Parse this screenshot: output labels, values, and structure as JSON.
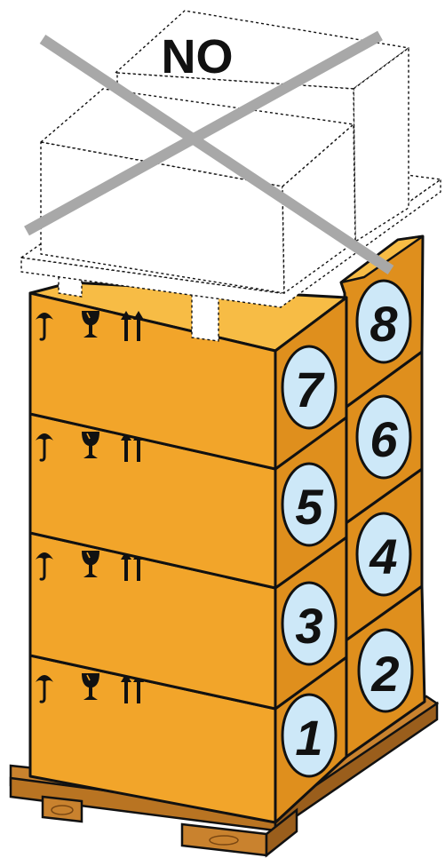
{
  "warning": {
    "label": "NO"
  },
  "colors": {
    "box_front": "#F2A52A",
    "box_top": "#F7BC45",
    "box_side": "#DF8F1D",
    "badge_fill": "#CDE8F8",
    "ghost_fill": "#FFFFFF",
    "cross": "#A8A8A8",
    "pallet": "#C9822E",
    "pallet_dark": "#9A5E1C"
  },
  "boxes": [
    {
      "number": "1",
      "column": "front",
      "layer": 1
    },
    {
      "number": "2",
      "column": "back",
      "layer": 1
    },
    {
      "number": "3",
      "column": "front",
      "layer": 2
    },
    {
      "number": "4",
      "column": "back",
      "layer": 2
    },
    {
      "number": "5",
      "column": "front",
      "layer": 3
    },
    {
      "number": "6",
      "column": "back",
      "layer": 3
    },
    {
      "number": "7",
      "column": "front",
      "layer": 4
    },
    {
      "number": "8",
      "column": "back",
      "layer": 4
    }
  ],
  "handling_symbols": [
    "umbrella-icon",
    "fragile-glass-icon",
    "this-way-up-arrows-icon"
  ]
}
